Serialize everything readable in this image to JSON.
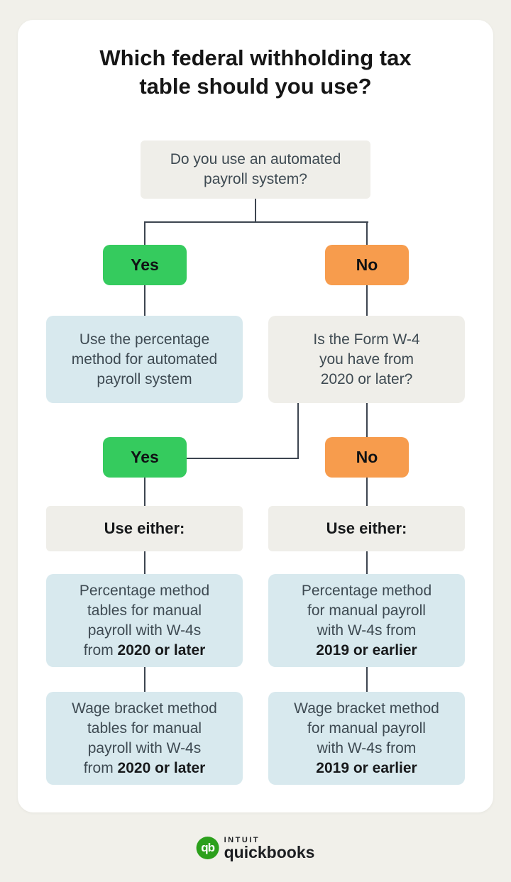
{
  "colors": {
    "background": "#f1f0ea",
    "card": "#ffffff",
    "green": "#35cb5e",
    "orange": "#f79c4d",
    "light_blue": "#d8e9ee",
    "light_gray": "#efeee9",
    "line": "#3d4550",
    "text_slate": "#3e4a52",
    "qb_green": "#2ca01c"
  },
  "title": {
    "lines": [
      [
        "Which federal withholding tax"
      ],
      [
        "table should you use?"
      ]
    ]
  },
  "flowchart": {
    "q_automated": {
      "lines": [
        [
          "Do you use an automated"
        ],
        [
          "payroll system?"
        ]
      ]
    },
    "yes1": {
      "label": "Yes"
    },
    "no1": {
      "label": "No"
    },
    "result_automated": {
      "lines": [
        [
          "Use the percentage"
        ],
        [
          "method for automated"
        ],
        [
          "payroll system"
        ]
      ]
    },
    "q_w4": {
      "lines": [
        [
          "Is the Form W-4"
        ],
        [
          "you have from"
        ],
        [
          "2020 or later?"
        ]
      ]
    },
    "yes2": {
      "label": "Yes"
    },
    "no2": {
      "label": "No"
    },
    "use_either_left": {
      "label": "Use either:"
    },
    "use_either_right": {
      "label": "Use either:"
    },
    "percentage_2020": {
      "lines": [
        [
          "Percentage method"
        ],
        [
          "tables for manual"
        ],
        [
          "payroll with W-4s"
        ],
        [
          "from ",
          {
            "t": "2020 or later",
            "b": true
          }
        ]
      ]
    },
    "percentage_2019": {
      "lines": [
        [
          "Percentage method"
        ],
        [
          "for manual payroll"
        ],
        [
          "with W-4s from"
        ],
        [
          {
            "t": "2019 or earlier",
            "b": true
          }
        ]
      ]
    },
    "wage_2020": {
      "lines": [
        [
          "Wage bracket method"
        ],
        [
          "tables for manual"
        ],
        [
          "payroll with W-4s"
        ],
        [
          "from ",
          {
            "t": "2020 or later",
            "b": true
          }
        ]
      ]
    },
    "wage_2019": {
      "lines": [
        [
          "Wage bracket method"
        ],
        [
          "for manual payroll"
        ],
        [
          "with W-4s from"
        ],
        [
          {
            "t": "2019 or earlier",
            "b": true
          }
        ]
      ]
    }
  },
  "logo": {
    "monogram": "qb",
    "intuit": "INTUIT",
    "quickbooks": "quickbooks"
  }
}
